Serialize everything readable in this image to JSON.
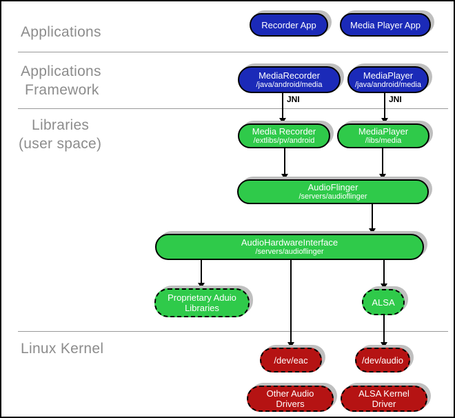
{
  "colors": {
    "blue": "#1b2ab8",
    "green": "#2fca4a",
    "red": "#b51313",
    "shadow": "#bfbfbf",
    "divider": "#999999",
    "label": "#8c8c8c",
    "outline": "#000000"
  },
  "layers": {
    "applications": "Applications",
    "applications_framework_line1": "Applications",
    "applications_framework_line2": "Framework",
    "libraries_line1": "Libraries",
    "libraries_line2": "(user space)",
    "linux_kernel": "Linux Kernel"
  },
  "labels": {
    "jni_left": "JNI",
    "jni_right": "JNI"
  },
  "nodes": {
    "recorder_app": {
      "title": "Recorder App"
    },
    "media_player_app": {
      "title": "Media Player App"
    },
    "media_recorder_java": {
      "title": "MediaRecorder",
      "subtitle": "/java/android/media"
    },
    "media_player_java": {
      "title": "MediaPlayer",
      "subtitle": "/java/android/media"
    },
    "media_recorder_native": {
      "title": "Media Recorder",
      "subtitle": "/extlibs/pv/android"
    },
    "media_player_native": {
      "title": "MediaPlayer",
      "subtitle": "/libs/media"
    },
    "audio_flinger": {
      "title": "AudioFlinger",
      "subtitle": "/servers/audioflinger"
    },
    "audio_hardware_interface": {
      "title": "AudioHardwareInterface",
      "subtitle": "/servers/audioflinger"
    },
    "proprietary_audio_libraries": {
      "title": "Proprietary Aduio Libraries"
    },
    "alsa": {
      "title": "ALSA"
    },
    "dev_eac": {
      "title": "/dev/eac"
    },
    "dev_audio": {
      "title": "/dev/audio"
    },
    "other_audio_drivers": {
      "title": "Other Audio Drivers"
    },
    "alsa_kernel_driver": {
      "title": "ALSA Kernel Driver"
    }
  }
}
